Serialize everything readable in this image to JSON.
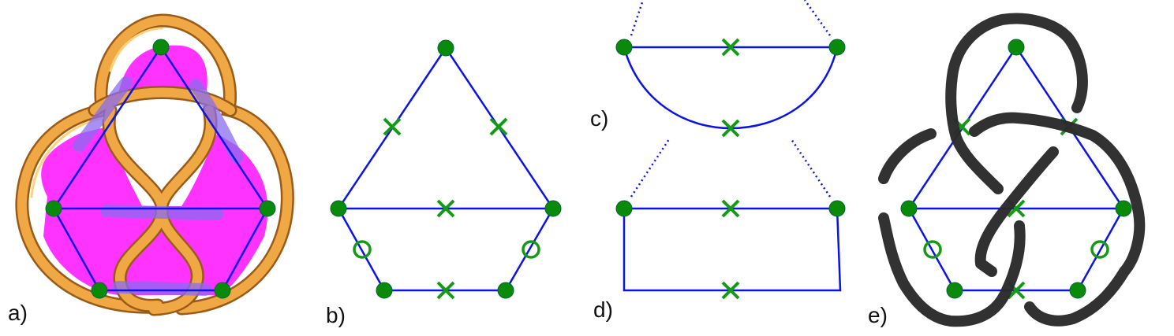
{
  "panels": [
    {
      "id": "a",
      "label": "a)"
    },
    {
      "id": "b",
      "label": "b)"
    },
    {
      "id": "c",
      "label": "c)"
    },
    {
      "id": "d",
      "label": "d)"
    },
    {
      "id": "e",
      "label": "e)"
    }
  ],
  "colors": {
    "edge": "#0a14e6",
    "vertex": "#0a8a0a",
    "marker": "#159a15",
    "knot": "#2b2b2b",
    "region": "#ff33ff",
    "rope": "#f0a845"
  }
}
